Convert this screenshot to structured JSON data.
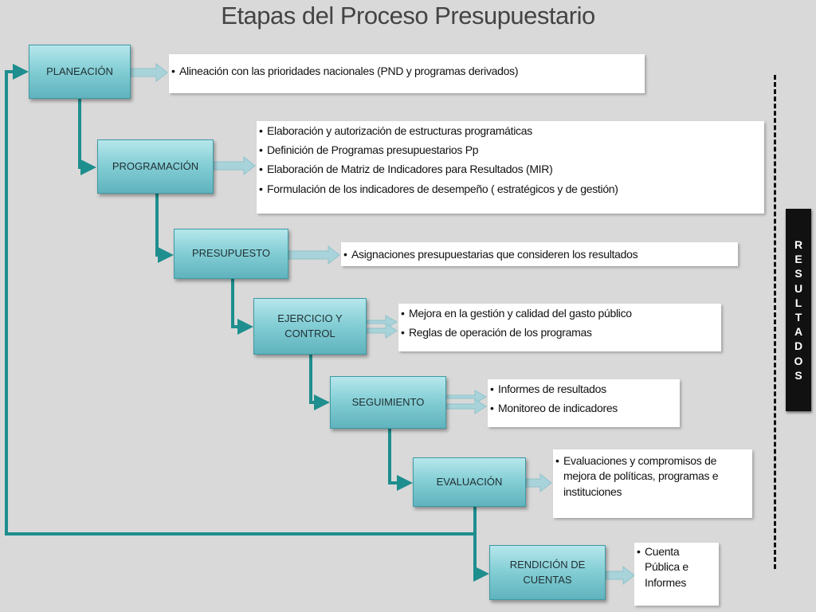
{
  "title": "Etapas del Proceso Presupuestario",
  "colors": {
    "connector": "#1e8e8e",
    "arrow_light": "#a9d3da",
    "stage_fill": "#86cfd6",
    "background": "#d9d9d9"
  },
  "stages": [
    {
      "label": "PLANEACIÓN",
      "items": [
        "Alineación con las prioridades nacionales (PND y programas derivados)"
      ]
    },
    {
      "label": "PROGRAMACIÓN",
      "items": [
        "Elaboración y autorización de estructuras programáticas",
        "Definición de Programas presupuestarios Pp",
        "Elaboración de Matriz de Indicadores para Resultados (MIR)",
        "Formulación de los indicadores de desempeño ( estratégicos y de gestión)"
      ]
    },
    {
      "label": "PRESUPUESTO",
      "items": [
        "Asignaciones presupuestarias que consideren los resultados"
      ]
    },
    {
      "label_line1": "EJERCICIO Y",
      "label_line2": "CONTROL",
      "items": [
        "Mejora en la gestión y calidad del gasto público",
        "Reglas de operación de los programas"
      ]
    },
    {
      "label": "SEGUIMIENTO",
      "items": [
        "Informes de resultados",
        "Monitoreo de indicadores"
      ]
    },
    {
      "label": "EVALUACIÓN",
      "items": [
        "Evaluaciones y compromisos de mejora de políticas, programas e instituciones"
      ]
    },
    {
      "label_line1": "RENDICIÓN DE",
      "label_line2": "CUENTAS",
      "items": [
        "Cuenta Pública e Informes"
      ]
    }
  ],
  "side_label": [
    "R",
    "E",
    "S",
    "U",
    "L",
    "T",
    "A",
    "D",
    "O",
    "S"
  ]
}
